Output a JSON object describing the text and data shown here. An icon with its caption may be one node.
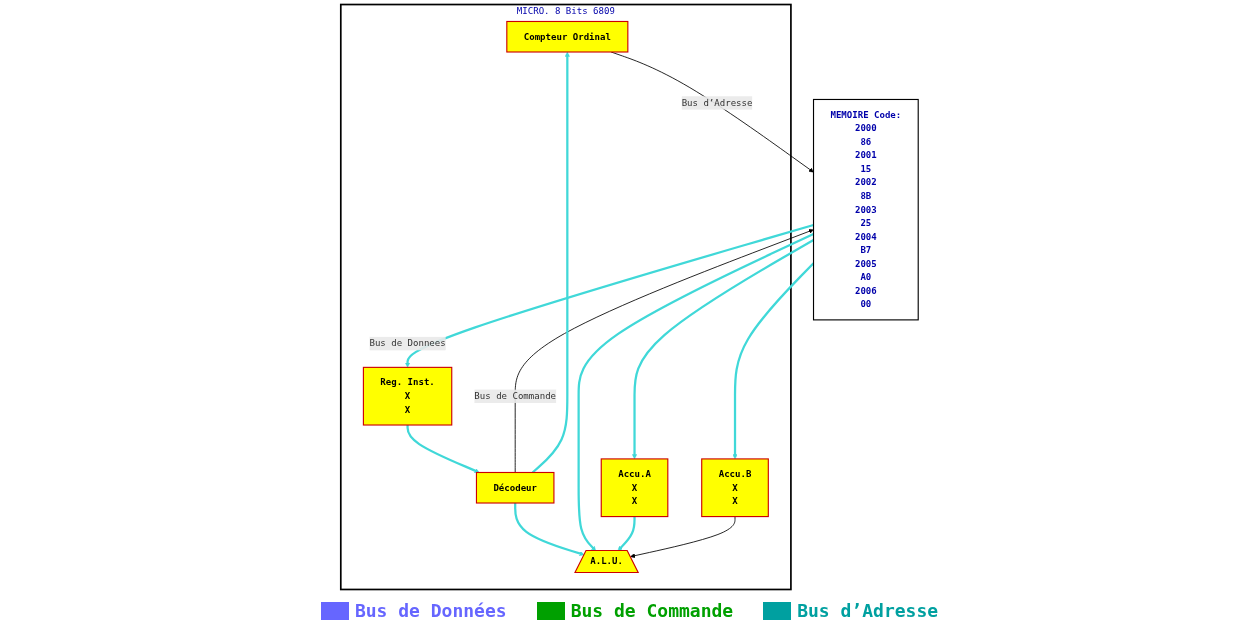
{
  "diagram": {
    "nodes": [
      {
        "text": [
          "MICRO. 8 Bits 6809"
        ]
      },
      {
        "text": [
          "Compteur Ordinal"
        ],
        "in": 0
      },
      {
        "text": [
          "A.L.U."
        ],
        "in": 0
      },
      {
        "text": [
          "Décodeur"
        ],
        "in": 0
      },
      {
        "text": [
          "Reg. Inst.",
          "X",
          "X"
        ],
        "in": 0
      },
      {
        "text": [
          "Accu.B",
          "X",
          "X"
        ],
        "in": 0
      },
      {
        "text": [
          "Accu.A",
          "X",
          "X"
        ],
        "in": 0
      },
      {
        "text": [
          "MEMOIRE Code:",
          "2000",
          "86",
          "2001",
          "15",
          "2002",
          "8B",
          "2003",
          "25",
          "2004",
          "B7",
          "2005",
          "A0",
          "2006",
          "00"
        ]
      }
    ],
    "edges": [
      {
        "from": 1,
        "to": 7,
        "arrow": "to",
        "label": "Bus d’Adresse",
        "color": "#000000"
      },
      {
        "from": 3,
        "to": 7,
        "arrow": "to",
        "label": "Bus de Commande",
        "color": "#000000"
      },
      {
        "from": 3,
        "to": 1,
        "arrow": "to"
      },
      {
        "from": 3,
        "to": 2,
        "arrow": "to"
      },
      {
        "from": 4,
        "to": 3,
        "arrow": "to"
      },
      {
        "from": 7,
        "to": 4,
        "arrow": "to",
        "label": "Bus de Donnees"
      },
      {
        "from": 7,
        "to": 6,
        "arrow": "to"
      },
      {
        "from": 7,
        "to": 5,
        "arrow": "to"
      },
      {
        "from": 7,
        "to": 2,
        "arrow": "to"
      },
      {
        "from": 6,
        "to": 2,
        "arrow": "to"
      },
      {
        "from": 5,
        "to": 2,
        "arrow": "to",
        "color": "#000000"
      }
    ],
    "legend": [
      {
        "text": "Bus de Données",
        "color": "#6666ff"
      },
      {
        "text": "Bus de Commande",
        "color": "#00a000"
      },
      {
        "text": "Bus d’Adresse",
        "color": "#00a0a0"
      }
    ]
  }
}
